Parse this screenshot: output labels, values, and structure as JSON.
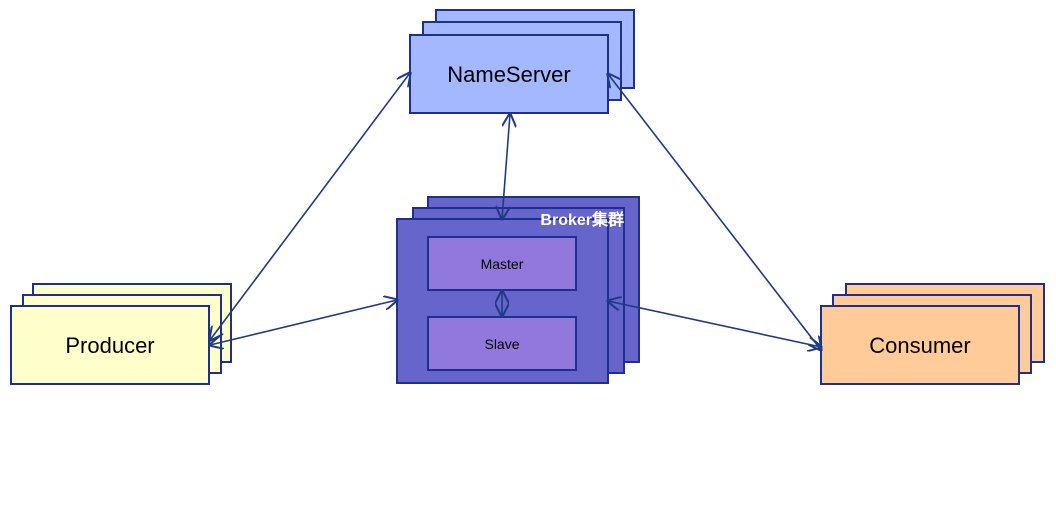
{
  "diagram": {
    "nodes": {
      "nameserver": {
        "label": "NameServer"
      },
      "broker": {
        "label": "Broker集群"
      },
      "master": {
        "label": "Master"
      },
      "slave": {
        "label": "Slave"
      },
      "producer": {
        "label": "Producer"
      },
      "consumer": {
        "label": "Consumer"
      }
    },
    "colors": {
      "nameserver_fill": "#a4b8ff",
      "nameserver_stroke": "#1e2f8f",
      "broker_fill": "#6565cb",
      "broker_stroke": "#1e2f8f",
      "inner_fill": "#9277dd",
      "producer_fill": "#ffffcc",
      "producer_stroke": "#1e2f8f",
      "consumer_fill": "#ffcc99",
      "consumer_stroke": "#1e2f8f",
      "arrow": "#1f3a85"
    }
  }
}
